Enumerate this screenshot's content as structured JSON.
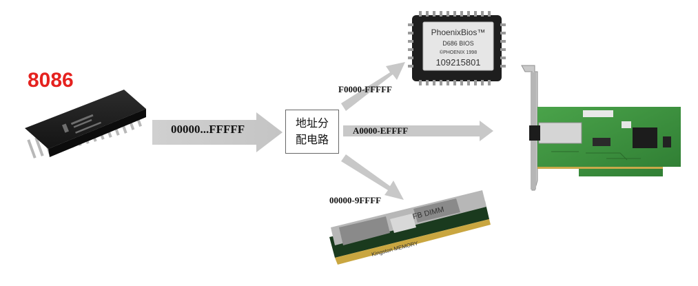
{
  "cpu": {
    "label": "8086",
    "icon": "dip-chip-icon"
  },
  "main_bus": {
    "range": "00000...FFFFF"
  },
  "decoder": {
    "line1": "地址分",
    "line2": "配电路"
  },
  "routes": {
    "bios": {
      "range": "F0000-FFFFF"
    },
    "io_card": {
      "range": "A0000-EFFFF"
    },
    "ram": {
      "range": "00000-9FFFF"
    }
  },
  "bios_chip": {
    "icon": "bios-chip-icon",
    "brand": "PhoenixBios™",
    "model": "D686 BIOS",
    "copyright": "©PHOENIX 1998",
    "serial": "109215801"
  },
  "ram_module": {
    "icon": "ram-module-icon",
    "brand_print": "Kingston MEMORY",
    "logo": "FB DIMM"
  },
  "network_card": {
    "icon": "pci-card-icon"
  },
  "colors": {
    "arrow": "#c8c8c8",
    "label_red": "#e5221f",
    "pcb_green": "#3a8f3a"
  }
}
